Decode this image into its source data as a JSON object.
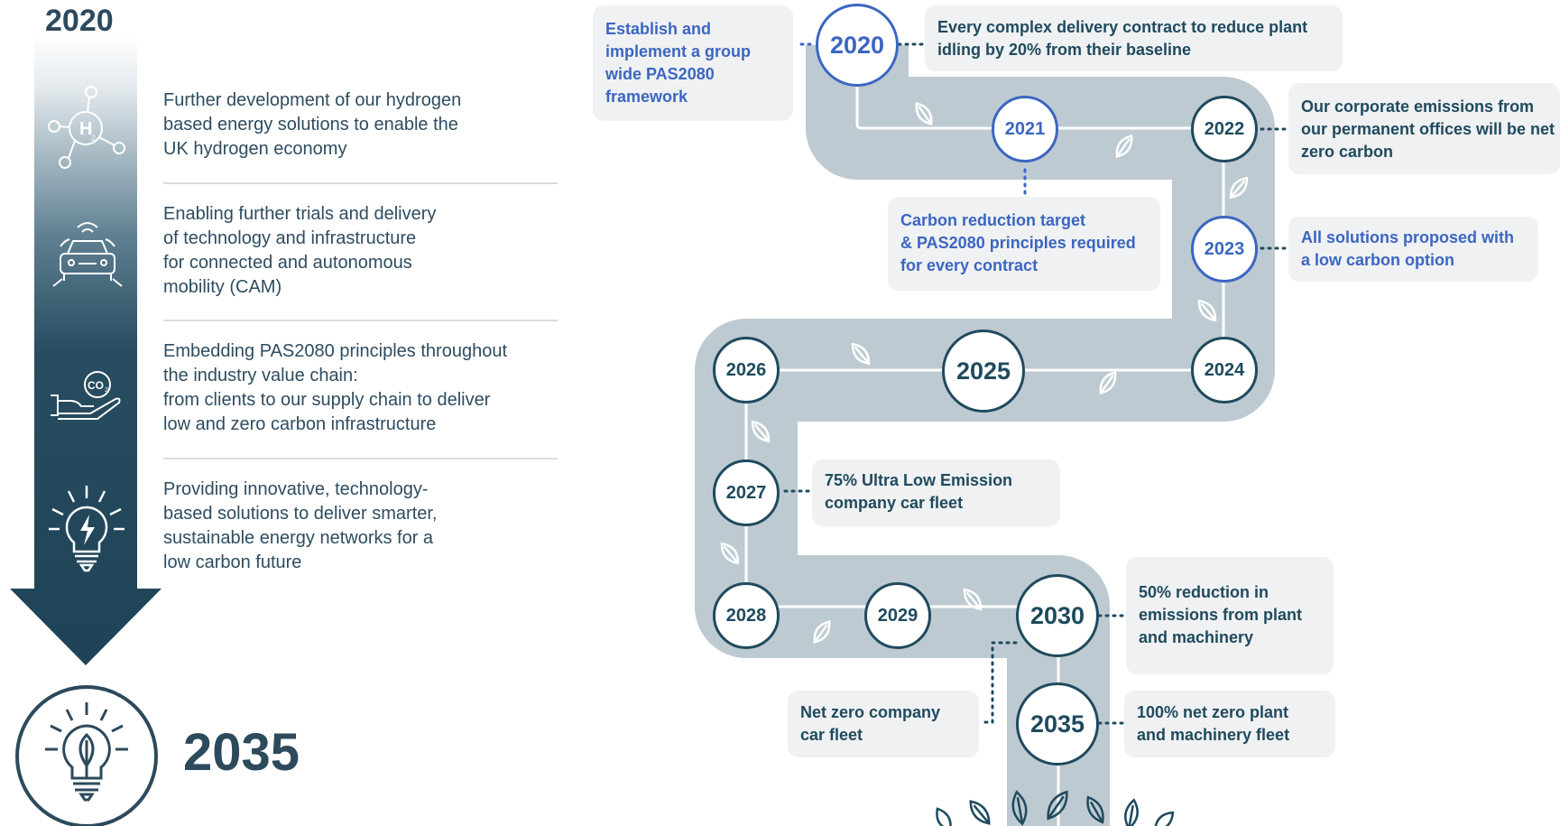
{
  "left_panel": {
    "year_start": "2020",
    "year_end": "2035",
    "items": [
      {
        "icon": "hydrogen-molecule-icon",
        "text_lines": [
          "Further development of our hydrogen",
          "based energy solutions to enable the",
          "UK hydrogen economy"
        ]
      },
      {
        "icon": "connected-car-icon",
        "text_lines": [
          "Enabling further trials and delivery",
          "of technology and infrastructure",
          "for connected and autonomous",
          "mobility (CAM)"
        ]
      },
      {
        "icon": "co2-hand-icon",
        "text_lines": [
          "Embedding PAS2080 principles throughout",
          "the industry value chain:",
          "from clients to our supply chain to deliver",
          "low and zero carbon infrastructure"
        ]
      },
      {
        "icon": "lightbulb-bolt-icon",
        "text_lines": [
          "Providing innovative, technology-",
          "based solutions to deliver smarter,",
          "sustainable energy networks for a",
          "low carbon future"
        ]
      }
    ],
    "end_icon": "lightbulb-leaf-icon"
  },
  "roadmap": {
    "nodes": {
      "n2020": "2020",
      "n2021": "2021",
      "n2022": "2022",
      "n2023": "2023",
      "n2024": "2024",
      "n2025": "2025",
      "n2026": "2026",
      "n2027": "2027",
      "n2028": "2028",
      "n2029": "2029",
      "n2030": "2030",
      "n2035": "2035"
    },
    "boxes": {
      "pas_framework": [
        "Establish and",
        "implement a group",
        "wide PAS2080",
        "framework"
      ],
      "idling": [
        "Every complex delivery contract to reduce plant",
        "idling by 20% from their baseline"
      ],
      "offices": [
        "Our corporate emissions from",
        "our permanent offices will be net",
        "zero carbon"
      ],
      "carbon_target": [
        "Carbon reduction target",
        "& PAS2080 principles required",
        "for every contract"
      ],
      "low_carbon_option": [
        "All solutions proposed with",
        "a low carbon option"
      ],
      "ulev_fleet": [
        "75% Ultra Low Emission",
        "company car fleet"
      ],
      "plant_reduction": [
        "50% reduction in",
        "emissions from plant",
        "and machinery"
      ],
      "net_zero_car": [
        "Net zero company",
        "car fleet"
      ],
      "net_zero_plant": [
        "100% net zero plant",
        "and machinery fleet"
      ]
    },
    "colors": {
      "dark": "#1f4a5e",
      "blue": "#3b66c2",
      "road": "#a3b3bf",
      "box": "#f0f1f2"
    }
  }
}
